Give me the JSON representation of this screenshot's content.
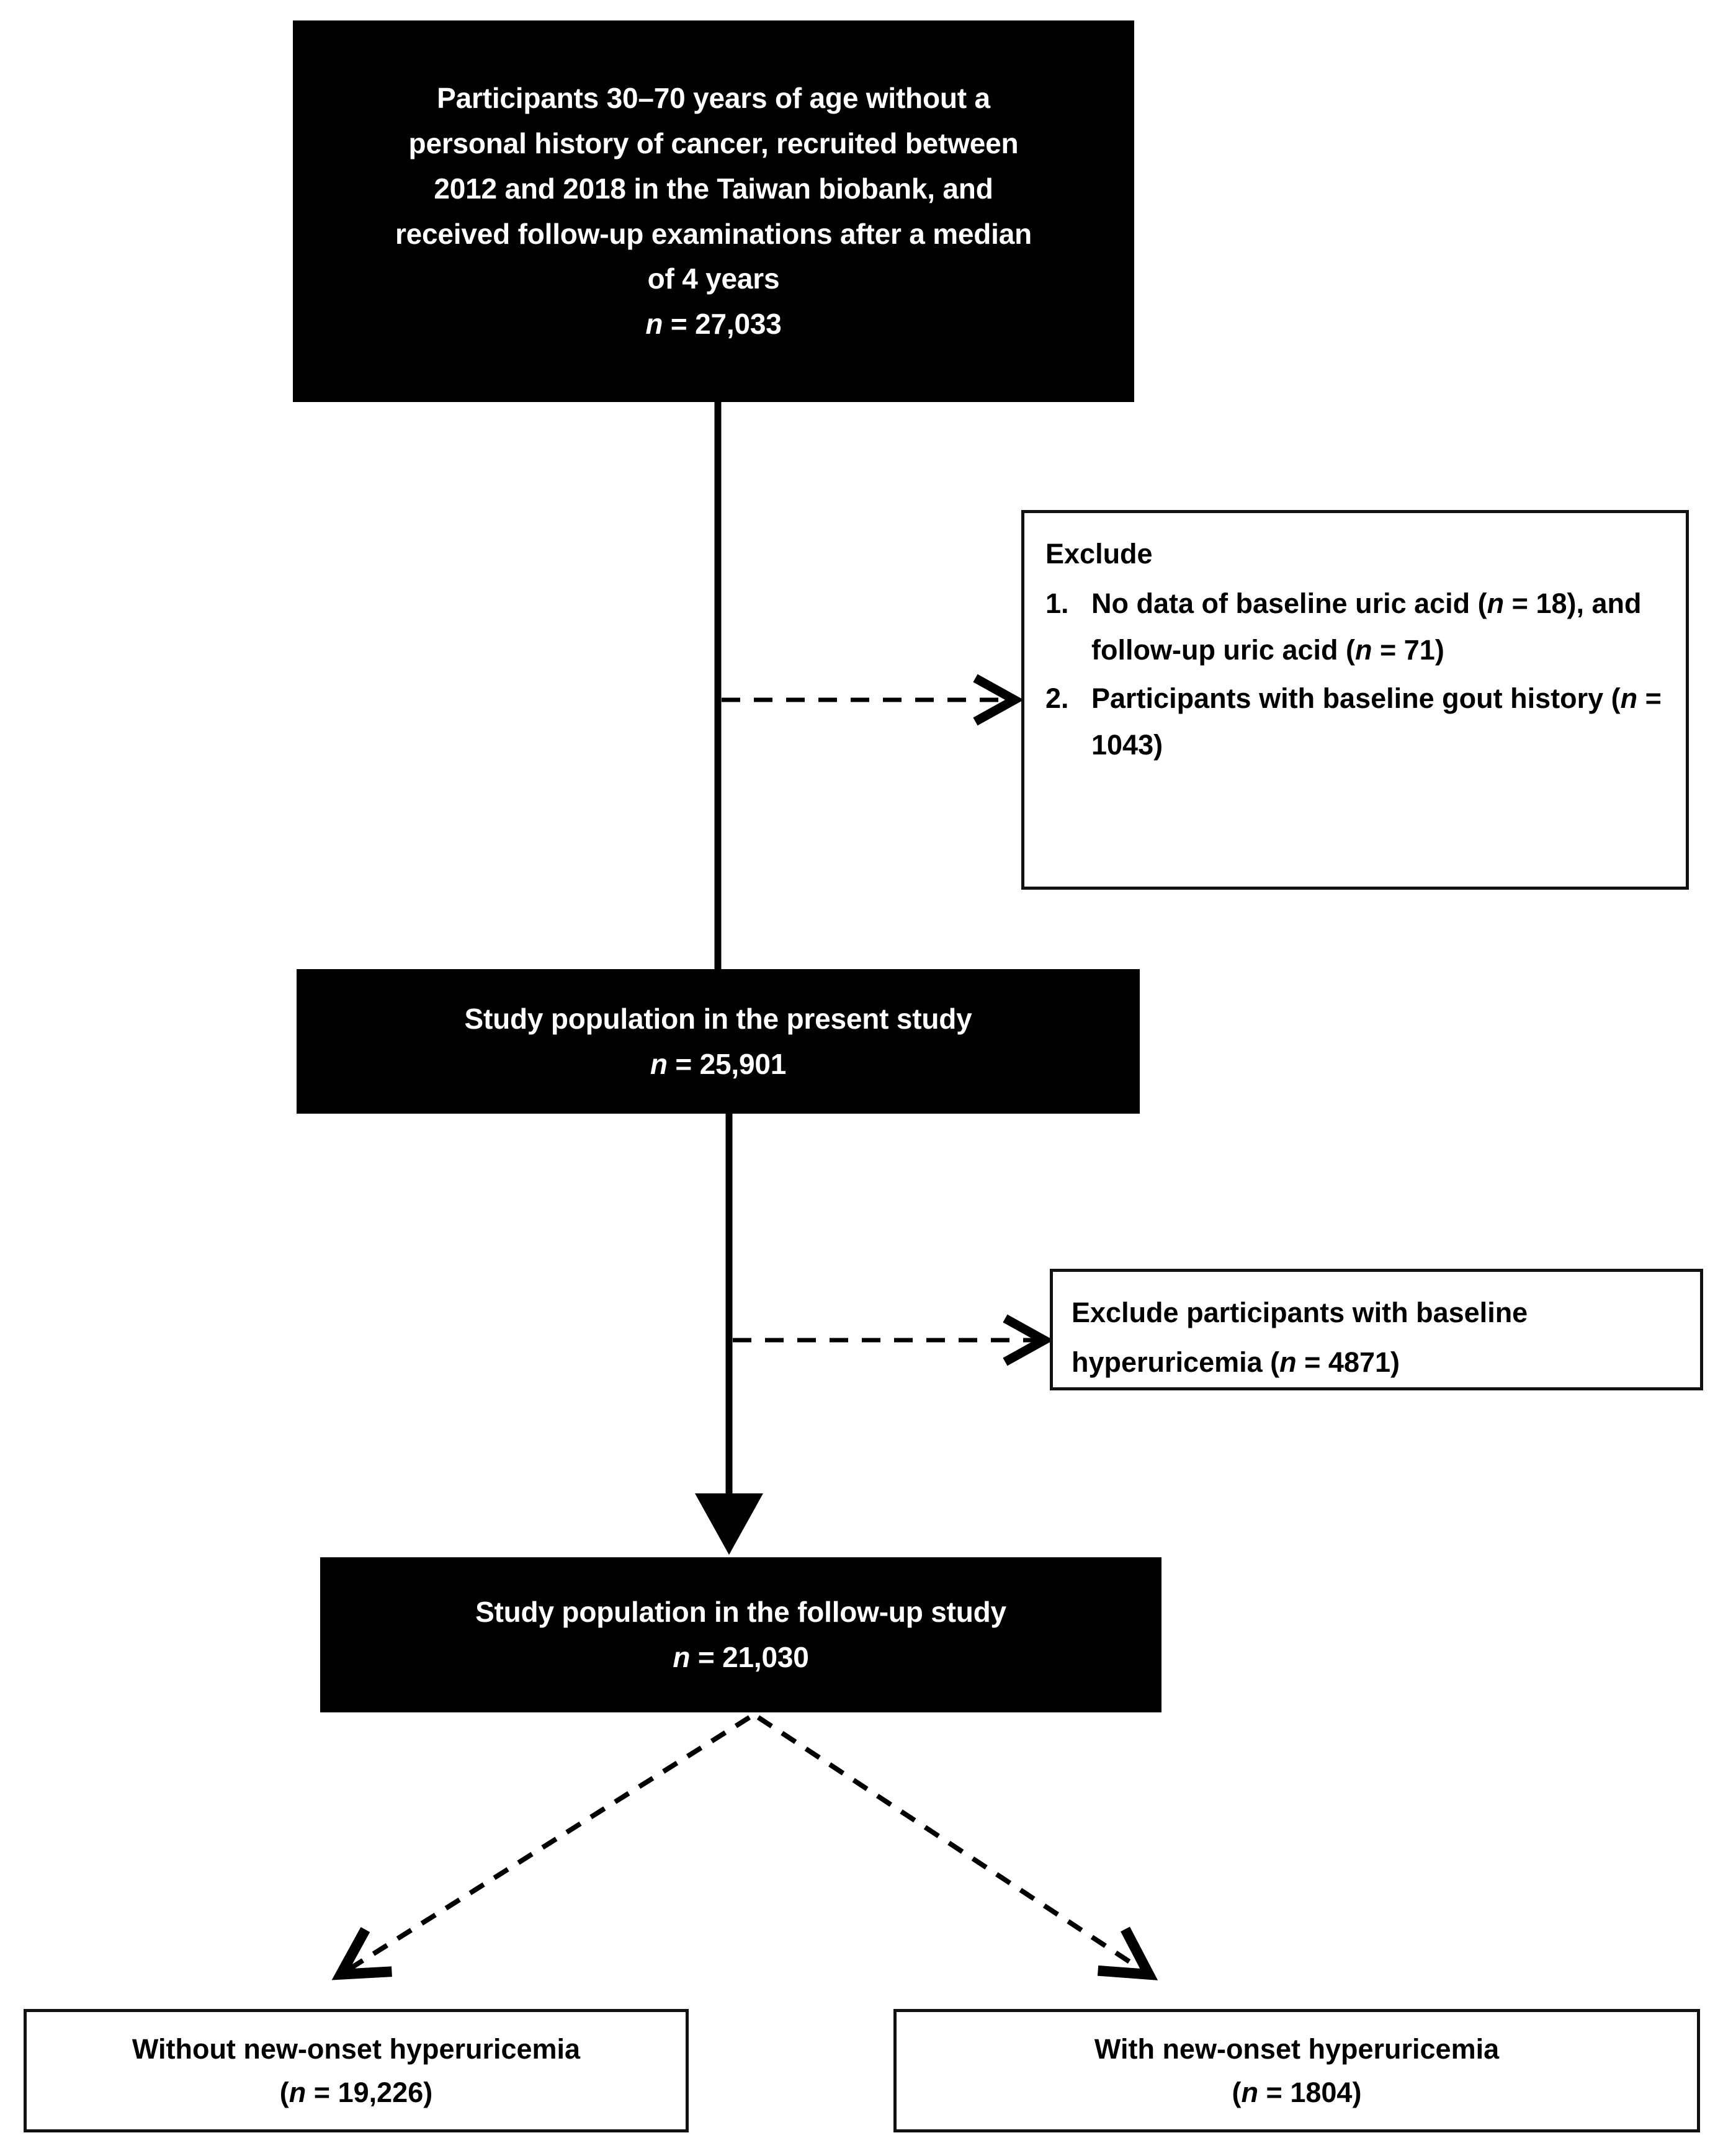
{
  "figure": {
    "type": "flowchart",
    "title": "Study participant selection flowchart",
    "colors": {
      "box_fill_primary": "#000000",
      "box_text_primary": "#ffffff",
      "box_fill_secondary": "#ffffff",
      "box_border_secondary": "#111111",
      "connector": "#000000"
    }
  },
  "nodes": {
    "enrollment": {
      "id": "enrollment-box",
      "style": "black",
      "lines": [
        "Participants 30–70 years of age without a",
        "personal history of cancer, recruited between",
        "2012 and 2018 in the Taiwan biobank, and",
        "received follow-up examinations after a median",
        "of 4 years"
      ],
      "n_italic": "n",
      "n_value": " = 27,033"
    },
    "exclusion_one": {
      "id": "exclusion-box-1",
      "style": "white",
      "heading": "Exclude",
      "items": [
        {
          "number": "1.",
          "text_part1": "No data of baseline uric acid (",
          "italic1": "n",
          "text_part2": " = 18), and follow-up uric acid (",
          "italic2": "n",
          "text_part3": " = 71)"
        },
        {
          "number": "2.",
          "text_part1": "Participants with baseline gout history (",
          "italic1": "n",
          "text_part2": " = 1043)",
          "italic2": "",
          "text_part3": ""
        }
      ]
    },
    "present_study": {
      "id": "present-study-box",
      "style": "black",
      "lines": [
        "Study population in the present study"
      ],
      "n_italic": "n",
      "n_value": " = 25,901"
    },
    "exclusion_two": {
      "id": "exclusion-box-2",
      "style": "white",
      "line1": "Exclude participants with baseline",
      "line2_pre": "hyperuricemia (",
      "line2_italic": "n",
      "line2_post": " = 4871)"
    },
    "followup_study": {
      "id": "followup-study-box",
      "style": "black",
      "lines": [
        "Study population in the follow-up study"
      ],
      "n_italic": "n",
      "n_value": " = 21,030"
    },
    "outcome_without": {
      "id": "outcome-without-box",
      "style": "white",
      "line1": "Without new-onset hyperuricemia",
      "line2_pre": "(",
      "line2_italic": "n",
      "line2_post": " = 19,226)"
    },
    "outcome_with": {
      "id": "outcome-with-box",
      "style": "white",
      "line1": "With new-onset hyperuricemia",
      "line2_pre": "(",
      "line2_italic": "n",
      "line2_post": " = 1804)"
    }
  },
  "connectors": [
    {
      "id": "enrollment-to-present",
      "style": "solid",
      "direction": "down"
    },
    {
      "id": "enrollment-to-exclusion-1",
      "style": "dashed",
      "direction": "right"
    },
    {
      "id": "present-to-followup",
      "style": "solid",
      "direction": "down",
      "arrowhead": true
    },
    {
      "id": "present-to-exclusion-2",
      "style": "dashed",
      "direction": "right"
    },
    {
      "id": "followup-to-without",
      "style": "dashed",
      "direction": "down-left"
    },
    {
      "id": "followup-to-with",
      "style": "dashed",
      "direction": "down-right"
    }
  ],
  "chart_data": {
    "type": "flow",
    "title": "Participant selection flow",
    "steps": [
      {
        "label": "Participants 30-70 years of age without a personal history of cancer, recruited between 2012 and 2018 in the Taiwan biobank, and received follow-up examinations after a median of 4 years",
        "n": 27033
      },
      {
        "label": "Excluded: No data of baseline uric acid",
        "n": 18
      },
      {
        "label": "Excluded: No data of follow-up uric acid",
        "n": 71
      },
      {
        "label": "Excluded: Participants with baseline gout history",
        "n": 1043
      },
      {
        "label": "Study population in the present study",
        "n": 25901
      },
      {
        "label": "Excluded: participants with baseline hyperuricemia",
        "n": 4871
      },
      {
        "label": "Study population in the follow-up study",
        "n": 21030
      },
      {
        "label": "Without new-onset hyperuricemia",
        "n": 19226
      },
      {
        "label": "With new-onset hyperuricemia",
        "n": 1804
      }
    ]
  }
}
